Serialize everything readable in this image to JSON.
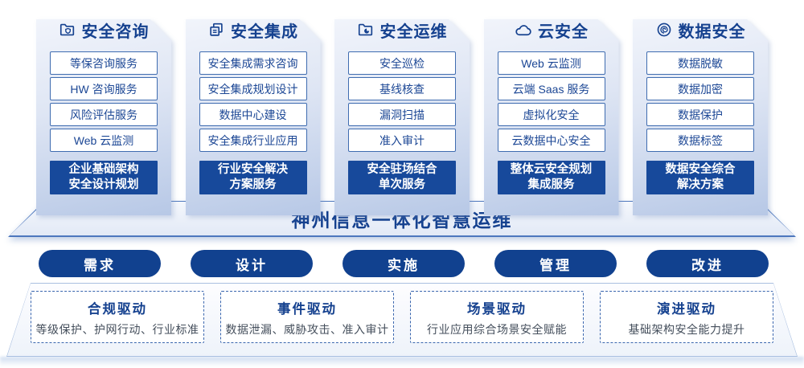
{
  "banner": {
    "title": "神州信息一体化智慧运维"
  },
  "columns": [
    {
      "title": "安全咨询",
      "icon": "folder-shield-icon",
      "items": [
        "等保咨询服务",
        "HW 咨询服务",
        "风险评估服务",
        "Web 云监测"
      ],
      "highlight_lines": [
        "企业基础架构",
        "安全设计规划"
      ]
    },
    {
      "title": "安全集成",
      "icon": "document-copy-icon",
      "items": [
        "安全集成需求咨询",
        "安全集成规划设计",
        "数据中心建设",
        "安全集成行业应用"
      ],
      "highlight_lines": [
        "行业安全解决",
        "方案服务"
      ]
    },
    {
      "title": "安全运维",
      "icon": "folder-clock-icon",
      "items": [
        "安全巡检",
        "基线核查",
        "漏洞扫描",
        "准入审计"
      ],
      "highlight_lines": [
        "安全驻场结合",
        "单次服务"
      ]
    },
    {
      "title": "云安全",
      "icon": "cloud-icon",
      "items": [
        "Web 云监测",
        "云端 Saas 服务",
        "虚拟化安全",
        "云数据中心安全"
      ],
      "highlight_lines": [
        "整体云安全规划",
        "集成服务"
      ]
    },
    {
      "title": "数据安全",
      "icon": "data-spiral-icon",
      "items": [
        "数据脱敏",
        "数据加密",
        "数据保护",
        "数据标签"
      ],
      "highlight_lines": [
        "数据安全综合",
        "解决方案"
      ]
    }
  ],
  "process_steps": [
    "需求",
    "设计",
    "实施",
    "管理",
    "改进"
  ],
  "drivers": [
    {
      "title": "合规驱动",
      "desc": "等级保护、护网行动、行业标准"
    },
    {
      "title": "事件驱动",
      "desc": "数据泄漏、威胁攻击、准入审计"
    },
    {
      "title": "场景驱动",
      "desc": "行业应用综合场景安全赋能"
    },
    {
      "title": "演进驱动",
      "desc": "基础架构安全能力提升"
    }
  ],
  "colors": {
    "primary_deep_blue": "#17499b",
    "pill_blue": "#11418f",
    "title_blue": "#15418f",
    "box_border_blue": "#3f6cb0",
    "panel_gradient_top": "#f1f4fb",
    "panel_gradient_bottom": "#b7c8e6",
    "desc_gray": "#454f5c"
  }
}
